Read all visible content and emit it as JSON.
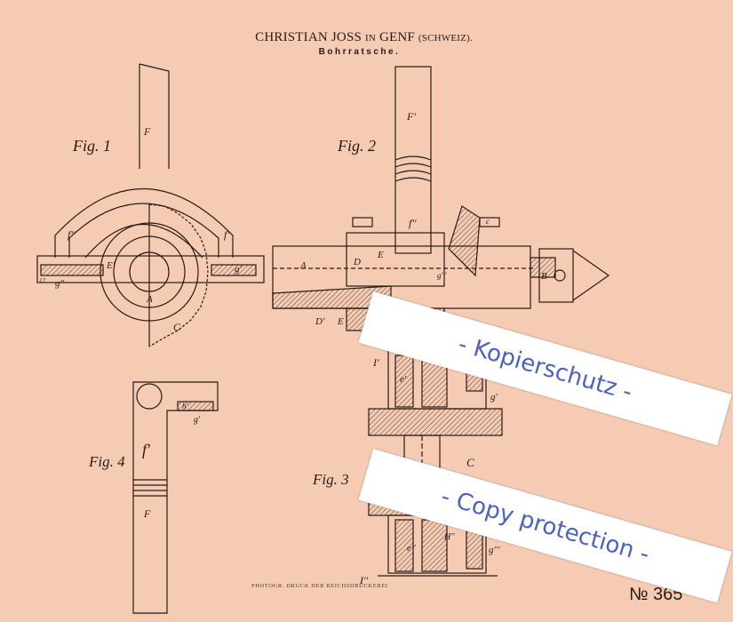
{
  "header": {
    "inventor": "CHRISTIAN JOSS",
    "in": "IN",
    "city": "GENF",
    "country": "(SCHWEIZ).",
    "subtitle": "Bohrratsche."
  },
  "figures": {
    "fig1": {
      "title": "Fig. 1",
      "labels": [
        "F",
        "f''",
        "f'",
        "E'",
        "A",
        "C",
        "g''",
        "g'",
        "12"
      ]
    },
    "fig2": {
      "title": "Fig. 2",
      "labels": [
        "F'",
        "f''",
        "D",
        "E",
        "A",
        "B",
        "c",
        "D'",
        "E",
        "g'''"
      ]
    },
    "fig3": {
      "title": "Fig. 3",
      "labels": [
        "I'",
        "e'",
        "g'",
        "C",
        "H''",
        "g'''",
        "e''",
        "I''"
      ]
    },
    "fig4": {
      "title": "Fig. 4",
      "labels": [
        "h'",
        "g'",
        "f'",
        "F"
      ]
    }
  },
  "stickers": {
    "top": "- Kopierschutz -",
    "bottom": "- Copy protection -"
  },
  "patent_number": "№ 365",
  "footer": "PHOTOGR. DRUCK DER REICHSDRUCKEREI"
}
